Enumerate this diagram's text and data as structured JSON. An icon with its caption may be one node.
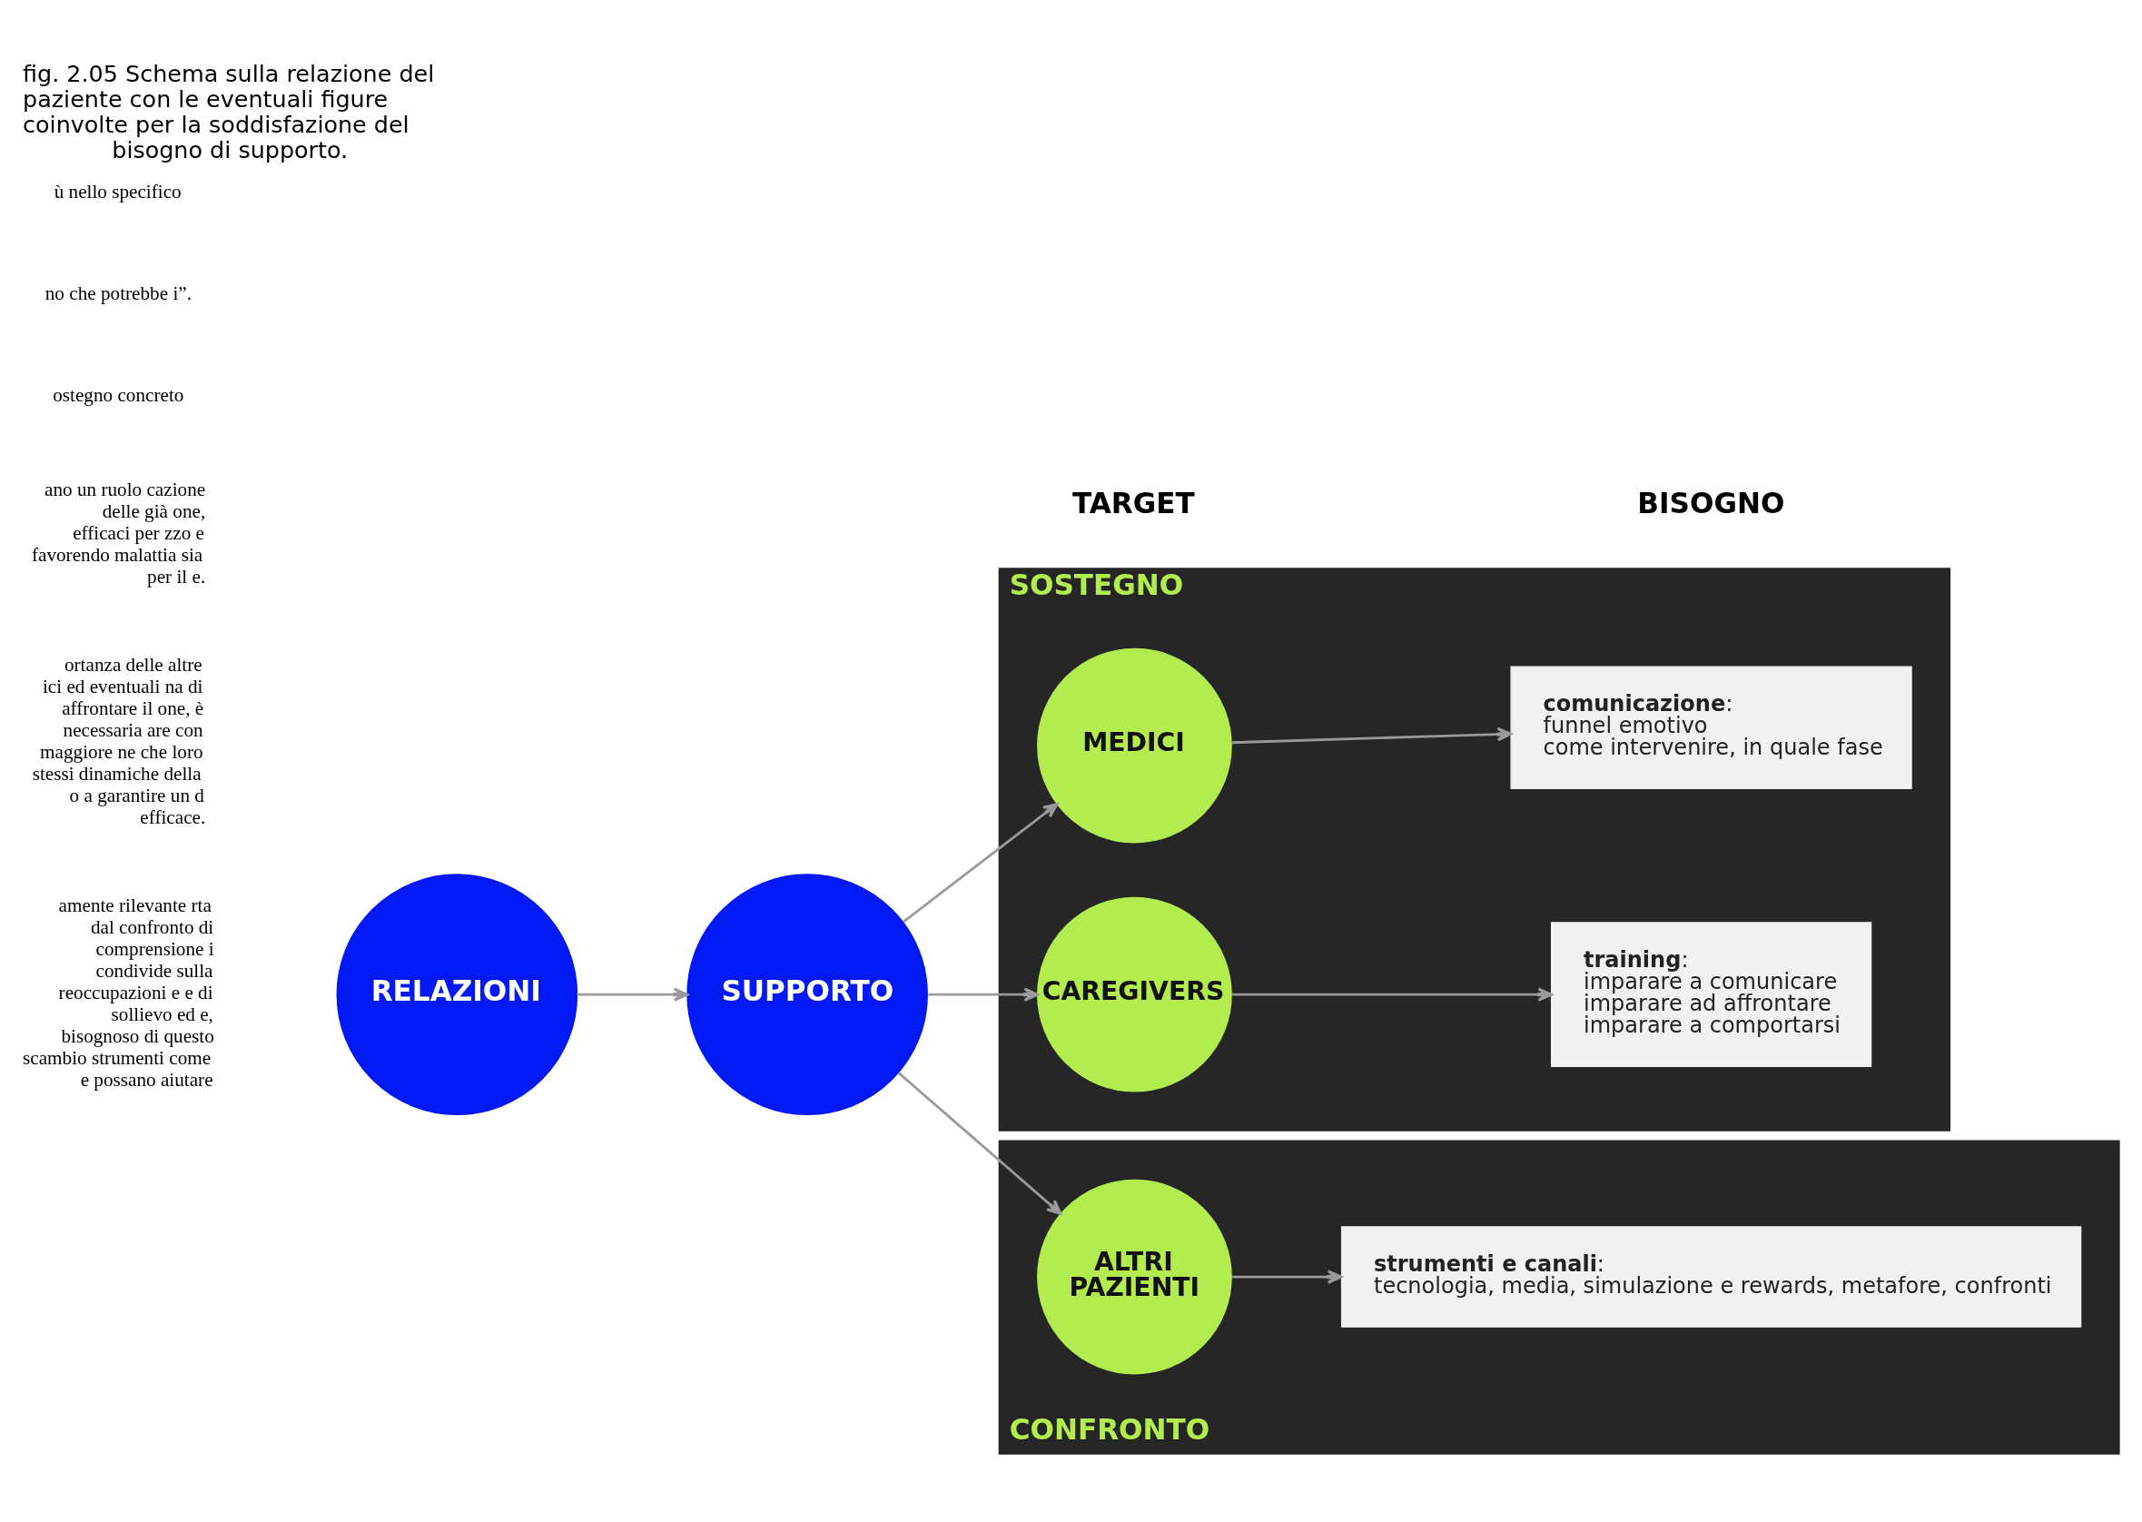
{
  "diagram": {
    "caption": "fig. 2.05 Schema sulla relazione del paziente con le eventuali figure coinvolte per la soddisfazione del bisogno di supporto.",
    "nodes": [
      {
        "text": [
          "SUPPORTO"
        ]
      },
      {
        "text": [
          "SOSTEGNO"
        ]
      },
      {
        "text": [
          "MEDICI"
        ],
        "in": 1
      },
      {
        "text": [
          "**comunicazione**:",
          "funnel emotivo",
          "come intervenire, in quale fase"
        ],
        "in": 1
      },
      {
        "text": [
          "CAREGIVERS"
        ],
        "in": 1
      },
      {
        "text": [
          "**training**:",
          "imparare a comunicare",
          "imparare ad affrontare",
          "imparare a comportarsi"
        ],
        "in": 1
      },
      {
        "text": [
          "CONFRONTO"
        ]
      },
      {
        "text": [
          "ALTRI PAZIENTI"
        ],
        "in": 6
      },
      {
        "text": [
          "**strumenti e canali**:",
          "tecnologia, media, simulazione e rewards, metafore, confronti"
        ],
        "in": 6
      },
      {
        "text": [
          "RELAZIONI"
        ]
      }
    ],
    "edges": [
      {
        "from": 9,
        "to": 0,
        "arrow": "to"
      },
      {
        "from": 0,
        "to": 2,
        "arrow": "to"
      },
      {
        "from": 0,
        "to": 4,
        "arrow": "to"
      },
      {
        "from": 0,
        "to": 7,
        "arrow": "to"
      },
      {
        "from": 2,
        "to": 3,
        "arrow": "to"
      },
      {
        "from": 4,
        "to": 5,
        "arrow": "to"
      },
      {
        "from": 7,
        "to": 8,
        "arrow": "to"
      }
    ],
    "labels": [
      "ù nello specifico",
      "no che potrebbe i”.",
      "ostegno concreto",
      "ano un ruolo cazione delle già one, efficaci per zzo e favorendo malattia sia per il e.",
      "ortanza delle altre ici ed eventuali na di affrontare il one, è necessaria are con maggiore ne che loro stessi dinamiche della o a garantire un d efficace.",
      "amente rilevante rta dal confronto di comprensione i condivide sulla reoccupazioni e e di sollievo ed e, bisognoso di questo scambio strumenti come e possano aiutare",
      "TARGET",
      "BISOGNO"
    ]
  }
}
